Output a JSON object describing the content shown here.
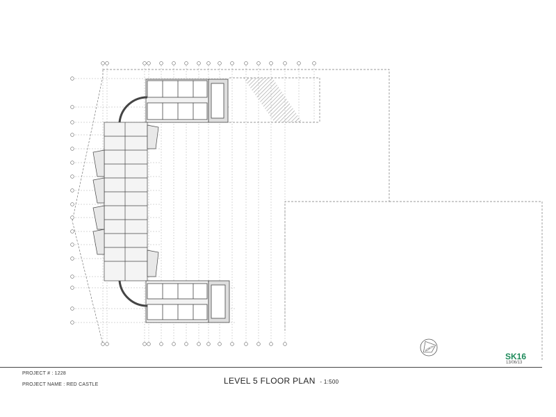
{
  "drawing": {
    "title": "LEVEL 5 FLOOR PLAN",
    "scale": "1:500",
    "project_number_label": "PROJECT # :",
    "project_number": "1228",
    "project_name_label": "PROJECT NAME :",
    "project_name": "RED CASTLE",
    "sheet_number": "SK16",
    "sheet_date": "13/06/13",
    "north_label": "NORTH"
  },
  "colors": {
    "line": "#555555",
    "accent": "#1e8a5a",
    "hatch": "#b8b8b8"
  }
}
